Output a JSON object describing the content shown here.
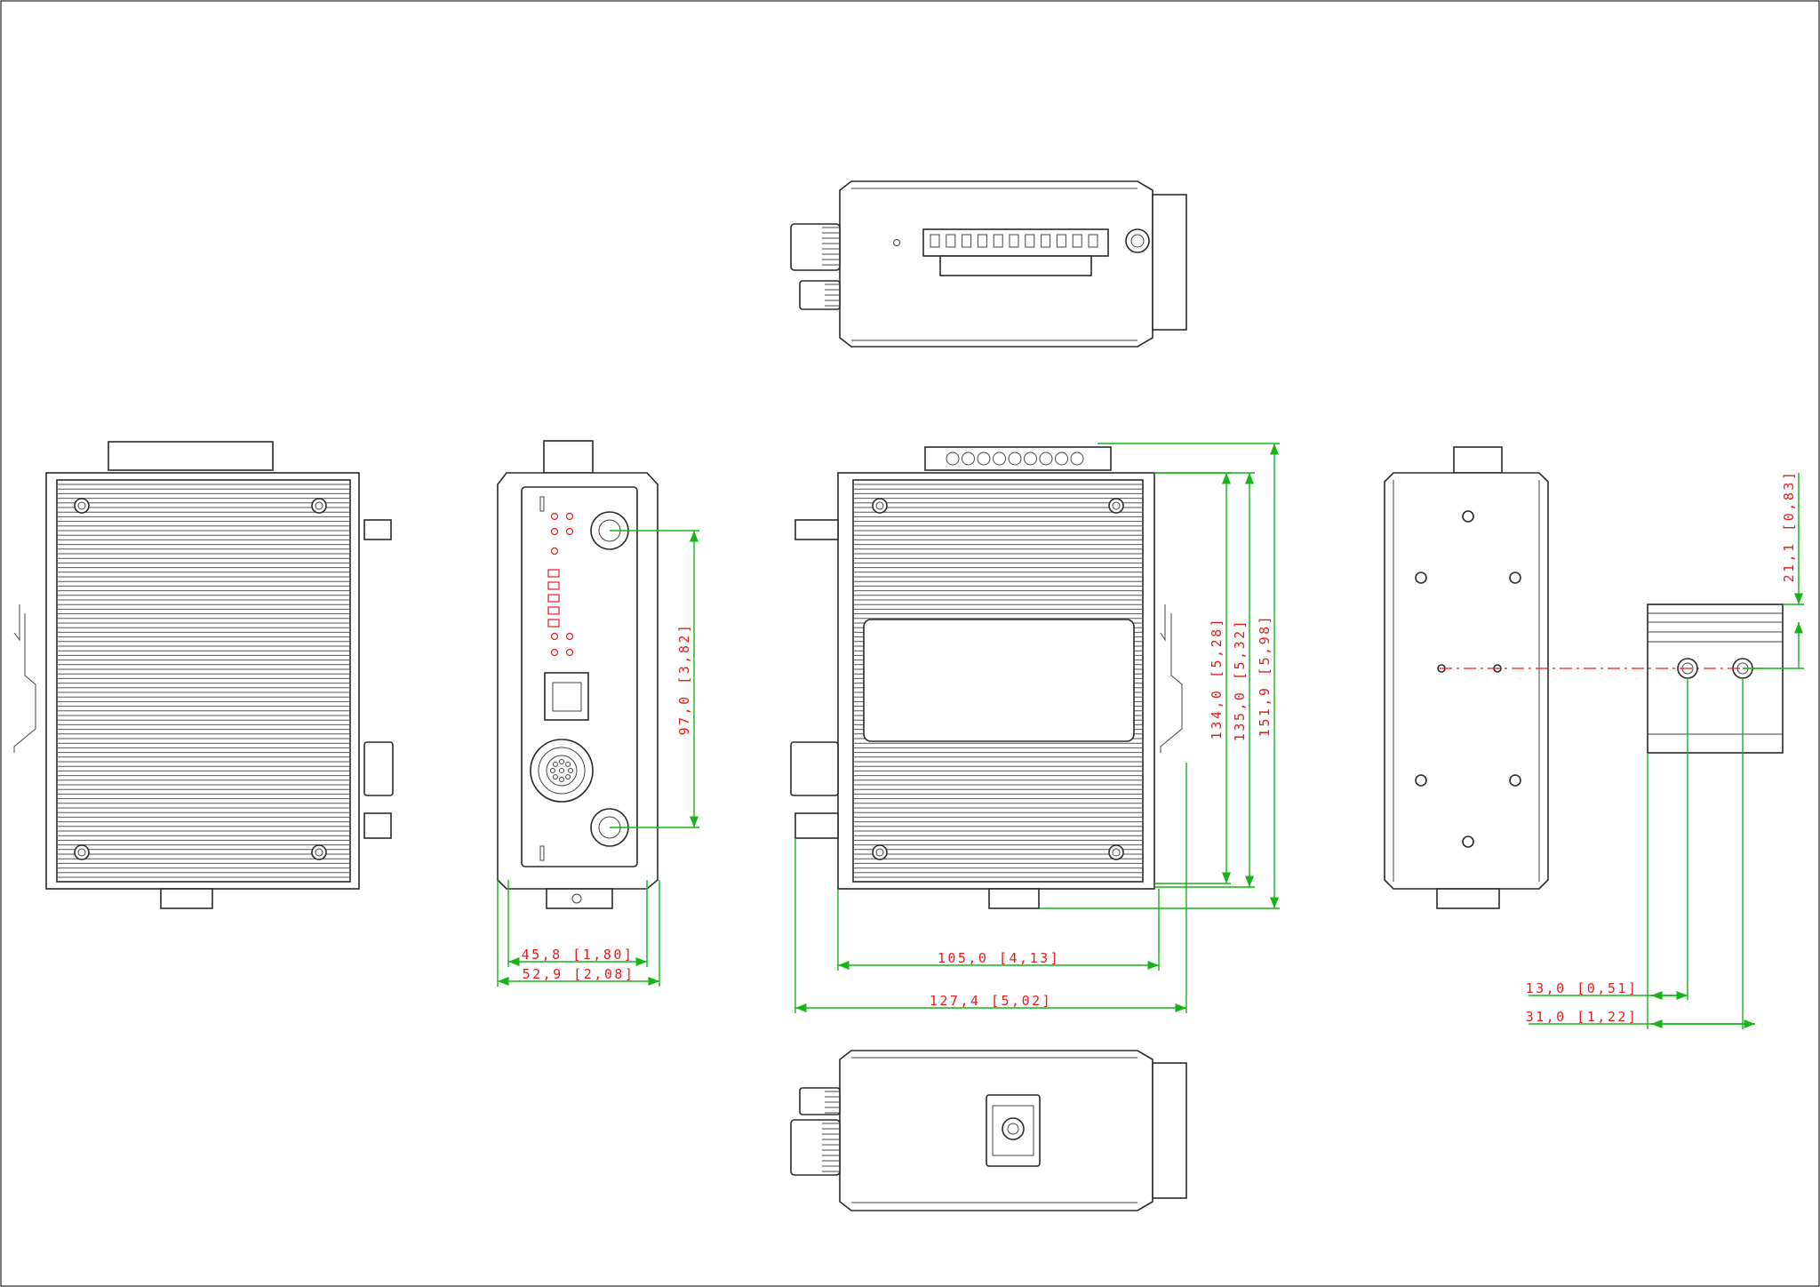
{
  "drawing": {
    "dimensions": {
      "front_width": "45,8 [1,80]",
      "front_overall_width": "52,9 [2,08]",
      "port_spacing": "97,0 [3,82]",
      "side_width": "105,0 [4,13]",
      "side_overall_width": "127,4 [5,02]",
      "height_body": "134,0 [5,28]",
      "height_with_rail": "135,0 [5,32]",
      "height_overall": "151,9 [5,98]",
      "bracket_height": "21,1 [0,83]",
      "hole_offset_1": "13,0 [0,51]",
      "hole_offset_2": "31,0 [1,22]"
    },
    "colors": {
      "outline": "#2a2a2a",
      "dimension_line": "#16b416",
      "dimension_text": "#e41b1b"
    }
  }
}
